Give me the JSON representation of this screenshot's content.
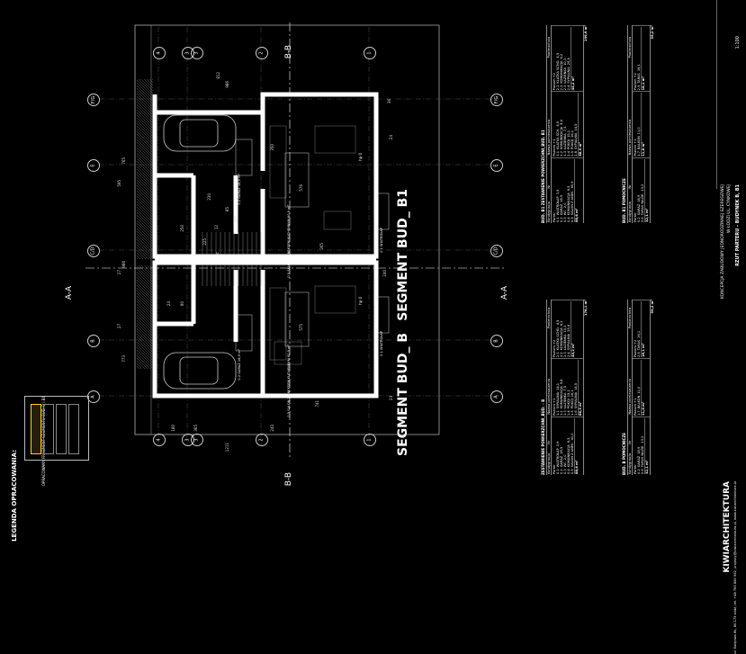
{
  "drawing": {
    "segment_b1": "SEGMENT BUD_ B1",
    "segment_b": "SEGMENT BUD_ B",
    "section_aa": "A-A",
    "section_bb": "B-B",
    "legend_title": "LEGENDA OPRACOWANIA:",
    "legend_caption": "OPRACOWANY FRAGMENT SEGMENTU BUD. B i B1"
  },
  "axes": {
    "letters": [
      "A",
      "B",
      "C/D",
      "E",
      "F/G"
    ],
    "numbers_top": [
      "4",
      "3",
      "2",
      "1"
    ],
    "numbers_bottom": [
      "4",
      "3",
      "2",
      "1"
    ]
  },
  "dimensions": [
    "812",
    "986",
    "595",
    "765",
    "986",
    "773",
    "27",
    "27",
    "1211",
    "365",
    "180",
    "243",
    "36",
    "24",
    "24",
    "24",
    "240",
    "350",
    "265",
    "285",
    "230",
    "741",
    "575",
    "576",
    "12",
    "85",
    "90",
    "250",
    "225"
  ],
  "rooms": {
    "garage": "0.2 GARAŻ 18,9 m²",
    "salon": "0.5 SALON Z ANEKSEM KUCHENNYM 60,9 m²",
    "hall": "0.1 WIATROŁAP",
    "wc": "0.3 WC",
    "hp": "hp 0"
  },
  "title_block": {
    "company": "KIWIARCHITEKTURA",
    "company_line": "ul. Kolejowa 8b, 80-175 Łódź, tel. +48 783 880 992, projekty@kiwiarchitektura.pl, www.kiwiarchitektura.pl",
    "project": "KONCEPCJA ZABUDOWY JEDNORODZINNEJ SZEREGOWEJ",
    "address": "W ŁODZI UL. CYNKOWEJ",
    "sheet": "RZUT PARTERU - BUDYNEK B, B1",
    "scale": "1:100"
  },
  "tables": [
    {
      "title": "ZESTAWIENIE POWIERZCHNI_BUD. - B",
      "header": [
        "Kondygnacja",
        "Nr",
        "Nazwa pomieszczenia",
        "Powierzchnia"
      ],
      "groups": [
        {
          "label": "Parter",
          "rows": [
            [
              "0.1",
              "WIATROŁAP",
              "3,9"
            ],
            [
              "0.2",
              "GARAŻ",
              "18,9"
            ],
            [
              "0.3",
              "WC",
              "2,0"
            ],
            [
              "0.4",
              "KOMUNIKACJA",
              "6,5"
            ],
            [
              "0.5",
              "SALON Z ANEK.",
              "41,0"
            ]
          ],
          "total": "88,6 m²"
        },
        {
          "label": "Poziom +1",
          "rows": [
            [
              "1.1",
              "SYPIALNIA",
              "14,1"
            ],
            [
              "1.2",
              "KOMUNIKACJA",
              "5,4"
            ],
            [
              "1.3",
              "ŁAZIENKA",
              "7,5"
            ],
            [
              "1.4",
              "POKÓJ",
              "15,1"
            ],
            [
              "1.5",
              "POKÓJ",
              "16,1"
            ],
            [
              "1.6",
              "SYPIALNIA",
              "14,5"
            ]
          ],
          "total": "66,5 m²"
        },
        {
          "label": "Poziom +2",
          "rows": [
            [
              "2.1",
              "KLATKA SCHO.",
              "4,5"
            ],
            [
              "2.2",
              "KOMUNIKACJA",
              "6,2"
            ],
            [
              "2.3",
              "ŁAZIENKA",
              "10,3"
            ],
            [
              "2.4",
              "SYPIALNIA",
              "29,4"
            ]
          ],
          "total": "44,2 m²"
        }
      ],
      "grand_total": "176,1 m²"
    },
    {
      "title": "BUD. B POMOCNICZE",
      "header": [
        "Kondygnacja",
        "Nr",
        "Nazwa pomieszczenia",
        "Powierzchnia"
      ],
      "groups": [
        {
          "label": "Parter",
          "rows": [
            [
              "0.2",
              "GARAŻ",
              "18,9"
            ],
            [
              "0.6",
              "TARAS NAZIE.",
              "13,2"
            ]
          ],
          "total": "32,1 m²"
        },
        {
          "label": "Poziom +1",
          "rows": [
            [
              "1.7",
              "BALKON",
              "11,0"
            ]
          ],
          "total": "11,0 m²"
        },
        {
          "label": "Poziom +2",
          "rows": [
            [
              "2.5",
              "TARAS",
              "16,1"
            ]
          ],
          "total": "16,1 m²"
        }
      ],
      "grand_total": "59,2 m²"
    },
    {
      "title": "BUD. B1 ZESTAWIENIE POWIERZCHNI_BUD. B1",
      "header": [
        "Kondygnacja",
        "Nr",
        "Nazwa pomieszczenia",
        "Powierzchnia"
      ],
      "groups": [
        {
          "label": "Parter",
          "rows": [
            [
              "0.1",
              "WIATROŁAP",
              "3,9"
            ],
            [
              "0.2",
              "GARAŻ",
              "18,9"
            ],
            [
              "0.3",
              "WC",
              "2,0"
            ],
            [
              "0.4",
              "KOMUNIKACJA",
              "6,5"
            ],
            [
              "0.5",
              "SALON Z ANEK.",
              "60,9"
            ]
          ],
          "total": "88,6 m²"
        },
        {
          "label": "Poziom +1",
          "rows": [
            [
              "1.1",
              "KLATKA SCH.",
              "4,5"
            ],
            [
              "1.2",
              "KOMUNIKACJA",
              "5,4"
            ],
            [
              "1.3",
              "ŁAZIENKA",
              "7,5"
            ],
            [
              "1.4",
              "POKÓJ",
              "15,1"
            ],
            [
              "1.5",
              "POKÓJ",
              "16,1"
            ],
            [
              "1.6",
              "SYPIALNIA",
              "14,5"
            ]
          ],
          "total": "66,5 m²"
        },
        {
          "label": "Poziom +2",
          "rows": [
            [
              "2.1",
              "KLATKA SCHO.",
              "4,5"
            ],
            [
              "2.2",
              "KOMUNIKACJA",
              "6,2"
            ],
            [
              "2.3",
              "ŁAZIENKA",
              "10,3"
            ],
            [
              "2.4",
              "SYPIALNIA",
              "29,4"
            ]
          ],
          "total": "44,2 m²"
        }
      ],
      "grand_total": "199,9 m²"
    },
    {
      "title": "BUD. B1 POMOCNICZE",
      "header": [
        "Kondygnacja",
        "Nr",
        "Nazwa pomieszczenia",
        "Powierzchnia"
      ],
      "groups": [
        {
          "label": "Parter",
          "rows": [
            [
              "0.2",
              "GARAŻ",
              "18,9"
            ],
            [
              "0.6",
              "TARAS NAZIE.",
              "13,2"
            ]
          ],
          "total": "32,1 m²"
        },
        {
          "label": "Poziom +1",
          "rows": [
            [
              "1.7",
              "BALKON",
              "11,0"
            ]
          ],
          "total": "11,0 m²"
        },
        {
          "label": "Poziom +2",
          "rows": [
            [
              "2.5",
              "TARAS",
              "16,1"
            ]
          ],
          "total": "16,1 m²"
        }
      ],
      "grand_total": "59,2 m²"
    }
  ]
}
